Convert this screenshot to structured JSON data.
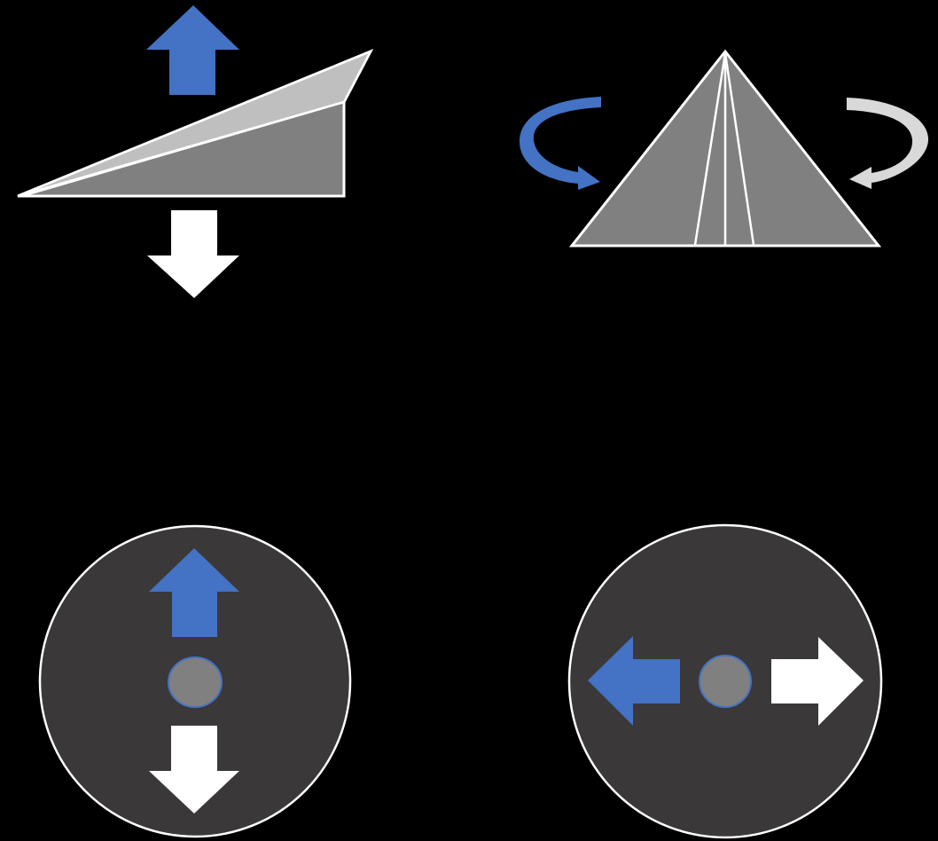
{
  "colors": {
    "background": "#000000",
    "accent_blue": "#4472C4",
    "white": "#FFFFFF",
    "plane_fill": "#808080",
    "plane_stroke": "#FFFFFF",
    "wing_top": "#BFBFBF",
    "pad_fill": "#3A3838",
    "knob_fill": "#808080",
    "rotate_light": "#D9D9D9"
  },
  "panels": [
    {
      "id": "pitch",
      "icon": "paper-plane-side-icon",
      "arrows": [
        "arrow-up-blue",
        "arrow-down-white"
      ]
    },
    {
      "id": "yaw",
      "icon": "paper-plane-front-icon",
      "arrows": [
        "rotate-left-blue",
        "rotate-right-white"
      ]
    },
    {
      "id": "vertical-stick",
      "icon": "joystick-vertical-icon",
      "arrows": [
        "arrow-up-blue",
        "arrow-down-white"
      ]
    },
    {
      "id": "horizontal-stick",
      "icon": "joystick-horizontal-icon",
      "arrows": [
        "arrow-left-blue",
        "arrow-right-white"
      ]
    }
  ]
}
